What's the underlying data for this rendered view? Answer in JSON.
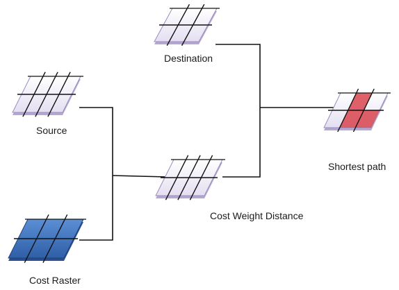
{
  "nodes": {
    "destination": {
      "label": "Destination",
      "tint": "#ece8f6"
    },
    "source": {
      "label": "Source",
      "tint": "#ece8f6"
    },
    "cost_weight_distance": {
      "label": "Cost Weight Distance",
      "tint": "#ece8f6"
    },
    "cost_raster": {
      "label": "Cost Raster",
      "tint": "#3d6fb8"
    },
    "shortest_path": {
      "label": "Shortest path",
      "tint": "#ece8f6",
      "path_color": "#d9454f"
    }
  },
  "colors": {
    "connector": "#111111",
    "grid_line": "#111111",
    "grid_fill": "#ece8f6",
    "shadow": "#b5a7cf",
    "raster_fill": "#3d6fb8"
  }
}
